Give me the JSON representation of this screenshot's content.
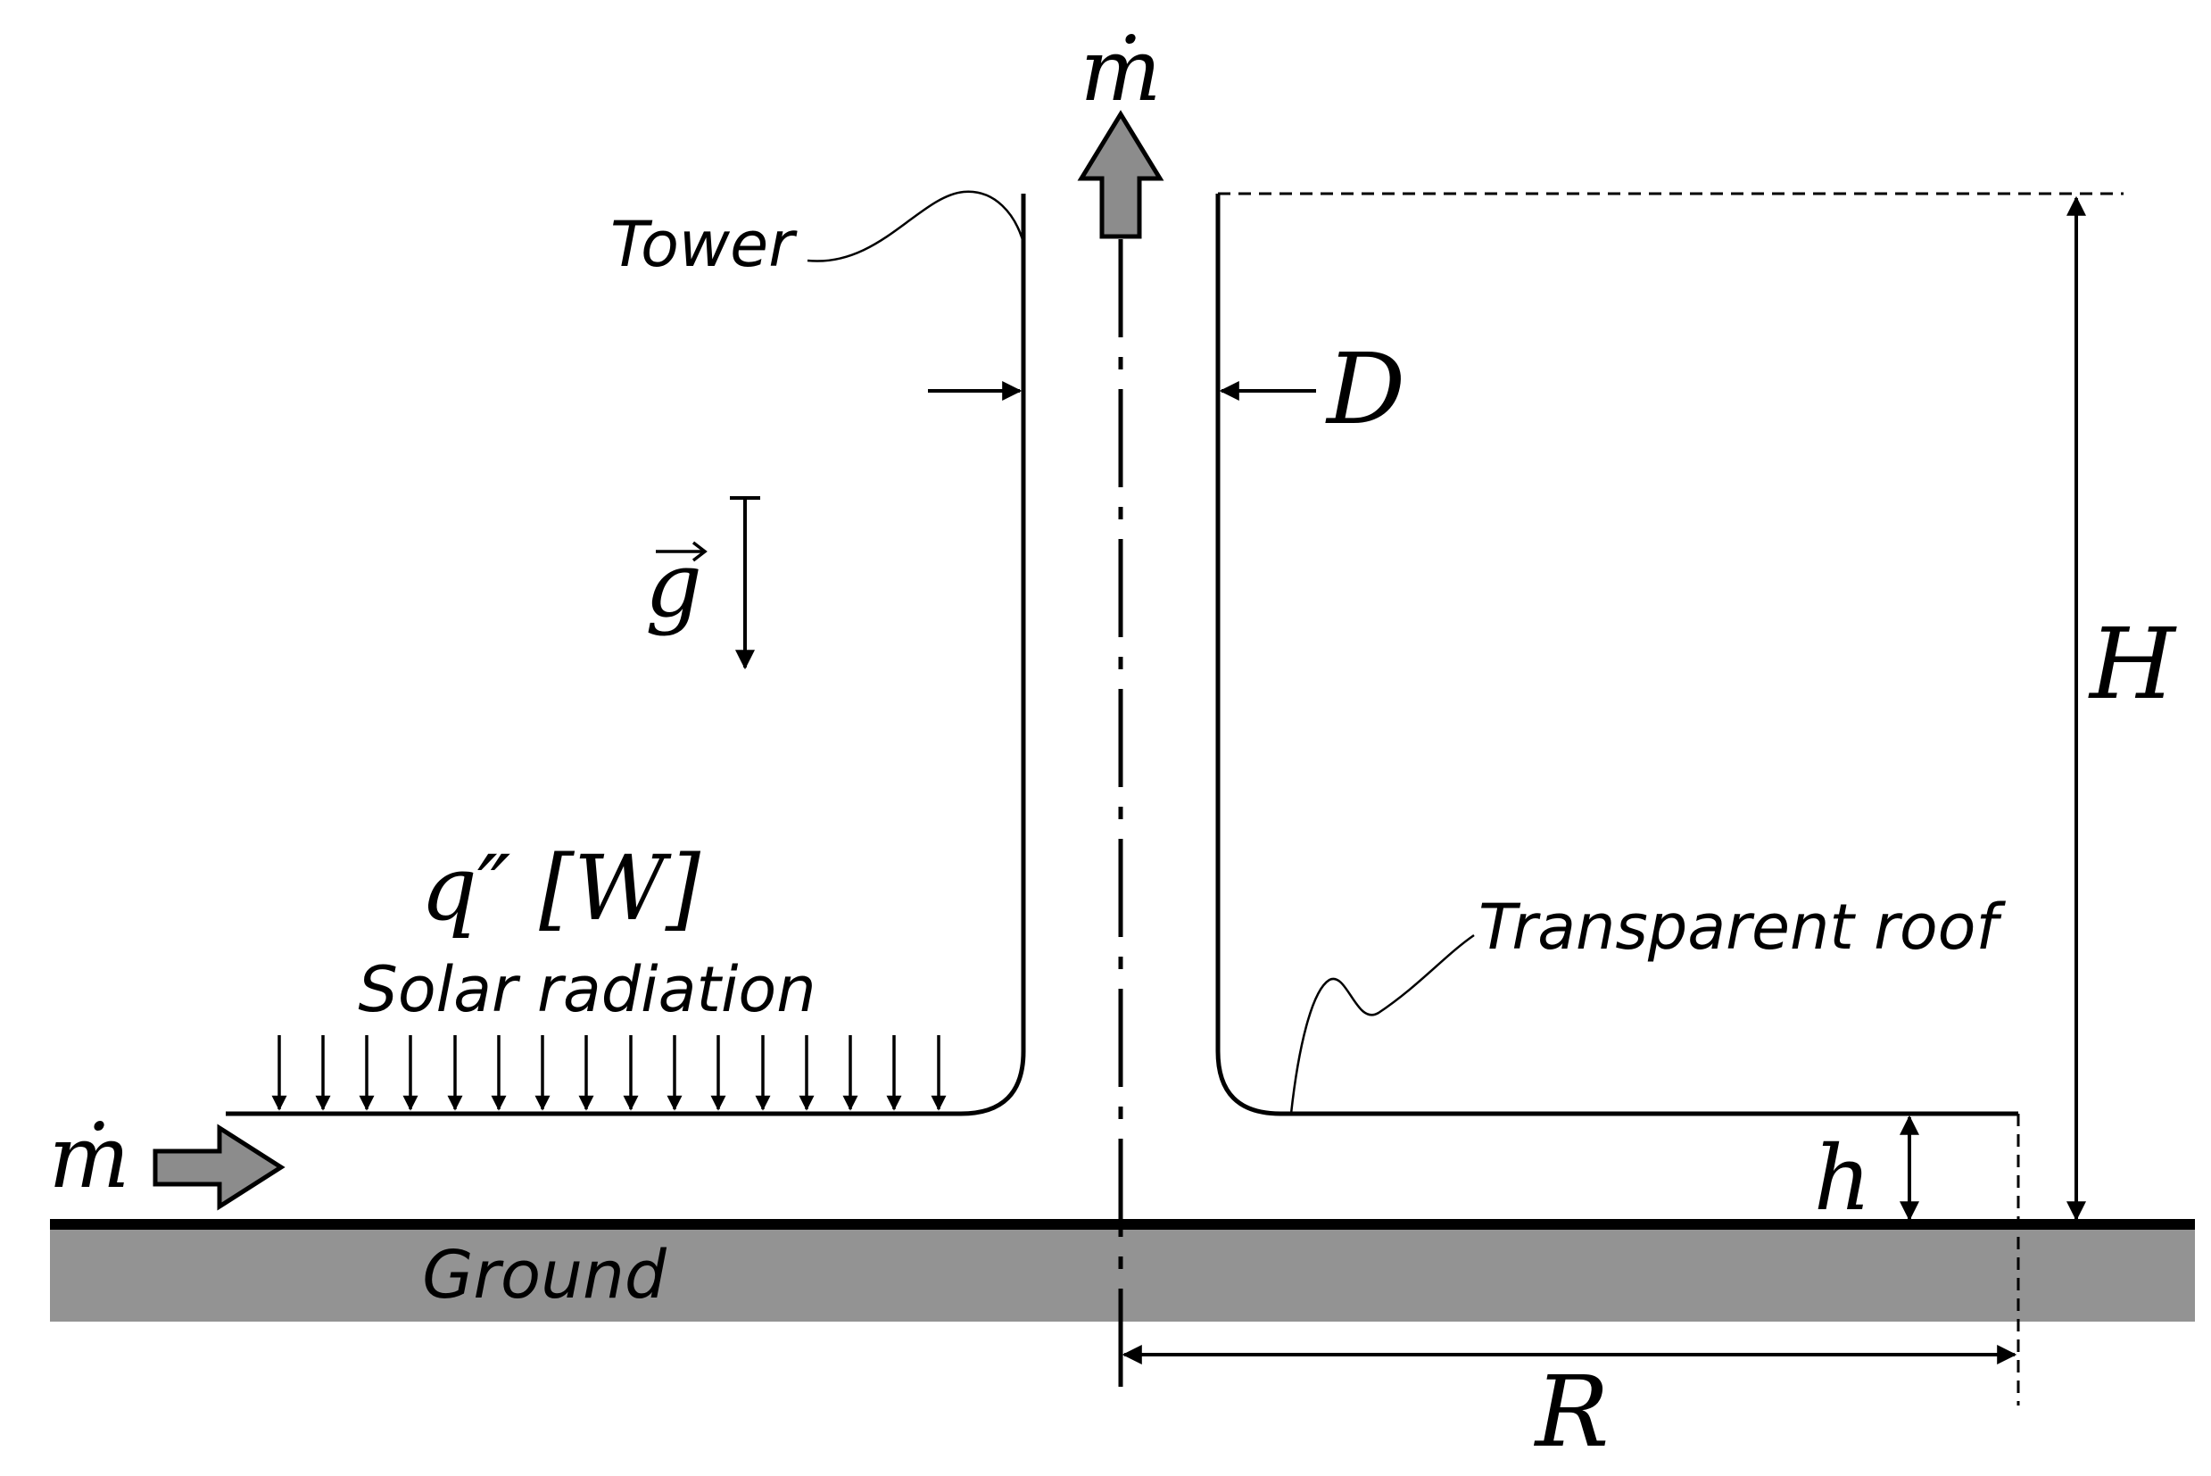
{
  "labels": {
    "mdot_top": "ṁ",
    "mdot_left": "ṁ",
    "tower": "Tower",
    "D": "D",
    "g": "g",
    "q_symbol": "q″ [W]",
    "solar_radiation": "Solar radiation",
    "transparent_roof": "Transparent roof",
    "H": "H",
    "h": "h",
    "R": "R",
    "ground": "Ground"
  },
  "colors": {
    "line": "#000000",
    "ground_fill": "#939393",
    "arrow_fill": "#8c8c8c",
    "background": "#ffffff"
  }
}
